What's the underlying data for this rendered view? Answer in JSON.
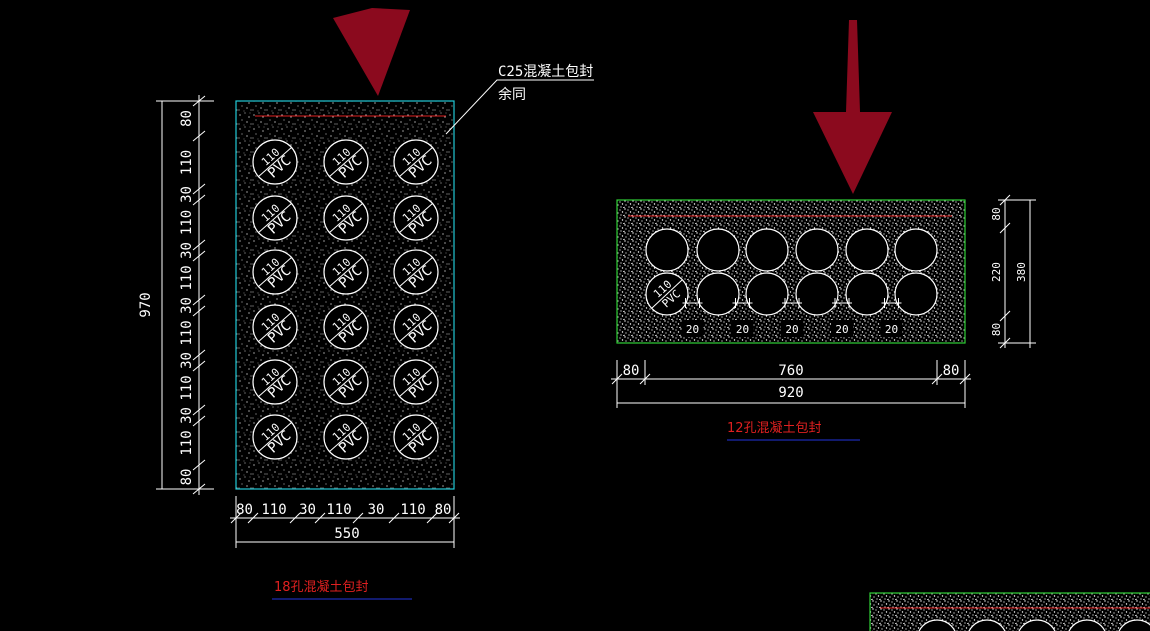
{
  "colors": {
    "background": "#000000",
    "arrow": "#8b0a1e",
    "left_border": "#21c9d6",
    "right_border": "#2fcf36",
    "rebar_line": "#e02020",
    "title_red": "#e02020",
    "underline_blue": "#2233dd",
    "line": "#ffffff"
  },
  "callout": {
    "line1": "C25混凝土包封",
    "line2": "余同"
  },
  "left_section": {
    "title": "18孔混凝土包封",
    "pipe_label_top": "110",
    "pipe_label_bottom": "PVC",
    "rows": 6,
    "cols": 3,
    "vertical_dims": [
      "80",
      "110",
      "30",
      "110",
      "30",
      "110",
      "30",
      "110",
      "30",
      "110",
      "30",
      "110",
      "80"
    ],
    "vertical_total": "970",
    "horizontal_dims": [
      "80",
      "110",
      "30",
      "110",
      "30",
      "110",
      "80"
    ],
    "horizontal_total": "550"
  },
  "right_section": {
    "title": "12孔混凝土包封",
    "rows": 2,
    "cols": 6,
    "spacing_labels": [
      "20",
      "20",
      "20",
      "20",
      "20"
    ],
    "labeled_pipe_top": "110",
    "labeled_pipe_bottom": "PVC",
    "horizontal_dims": [
      "80",
      "760",
      "80"
    ],
    "horizontal_total": "920",
    "vertical_dims": [
      "80",
      "220",
      "80"
    ],
    "vertical_total": "380"
  }
}
